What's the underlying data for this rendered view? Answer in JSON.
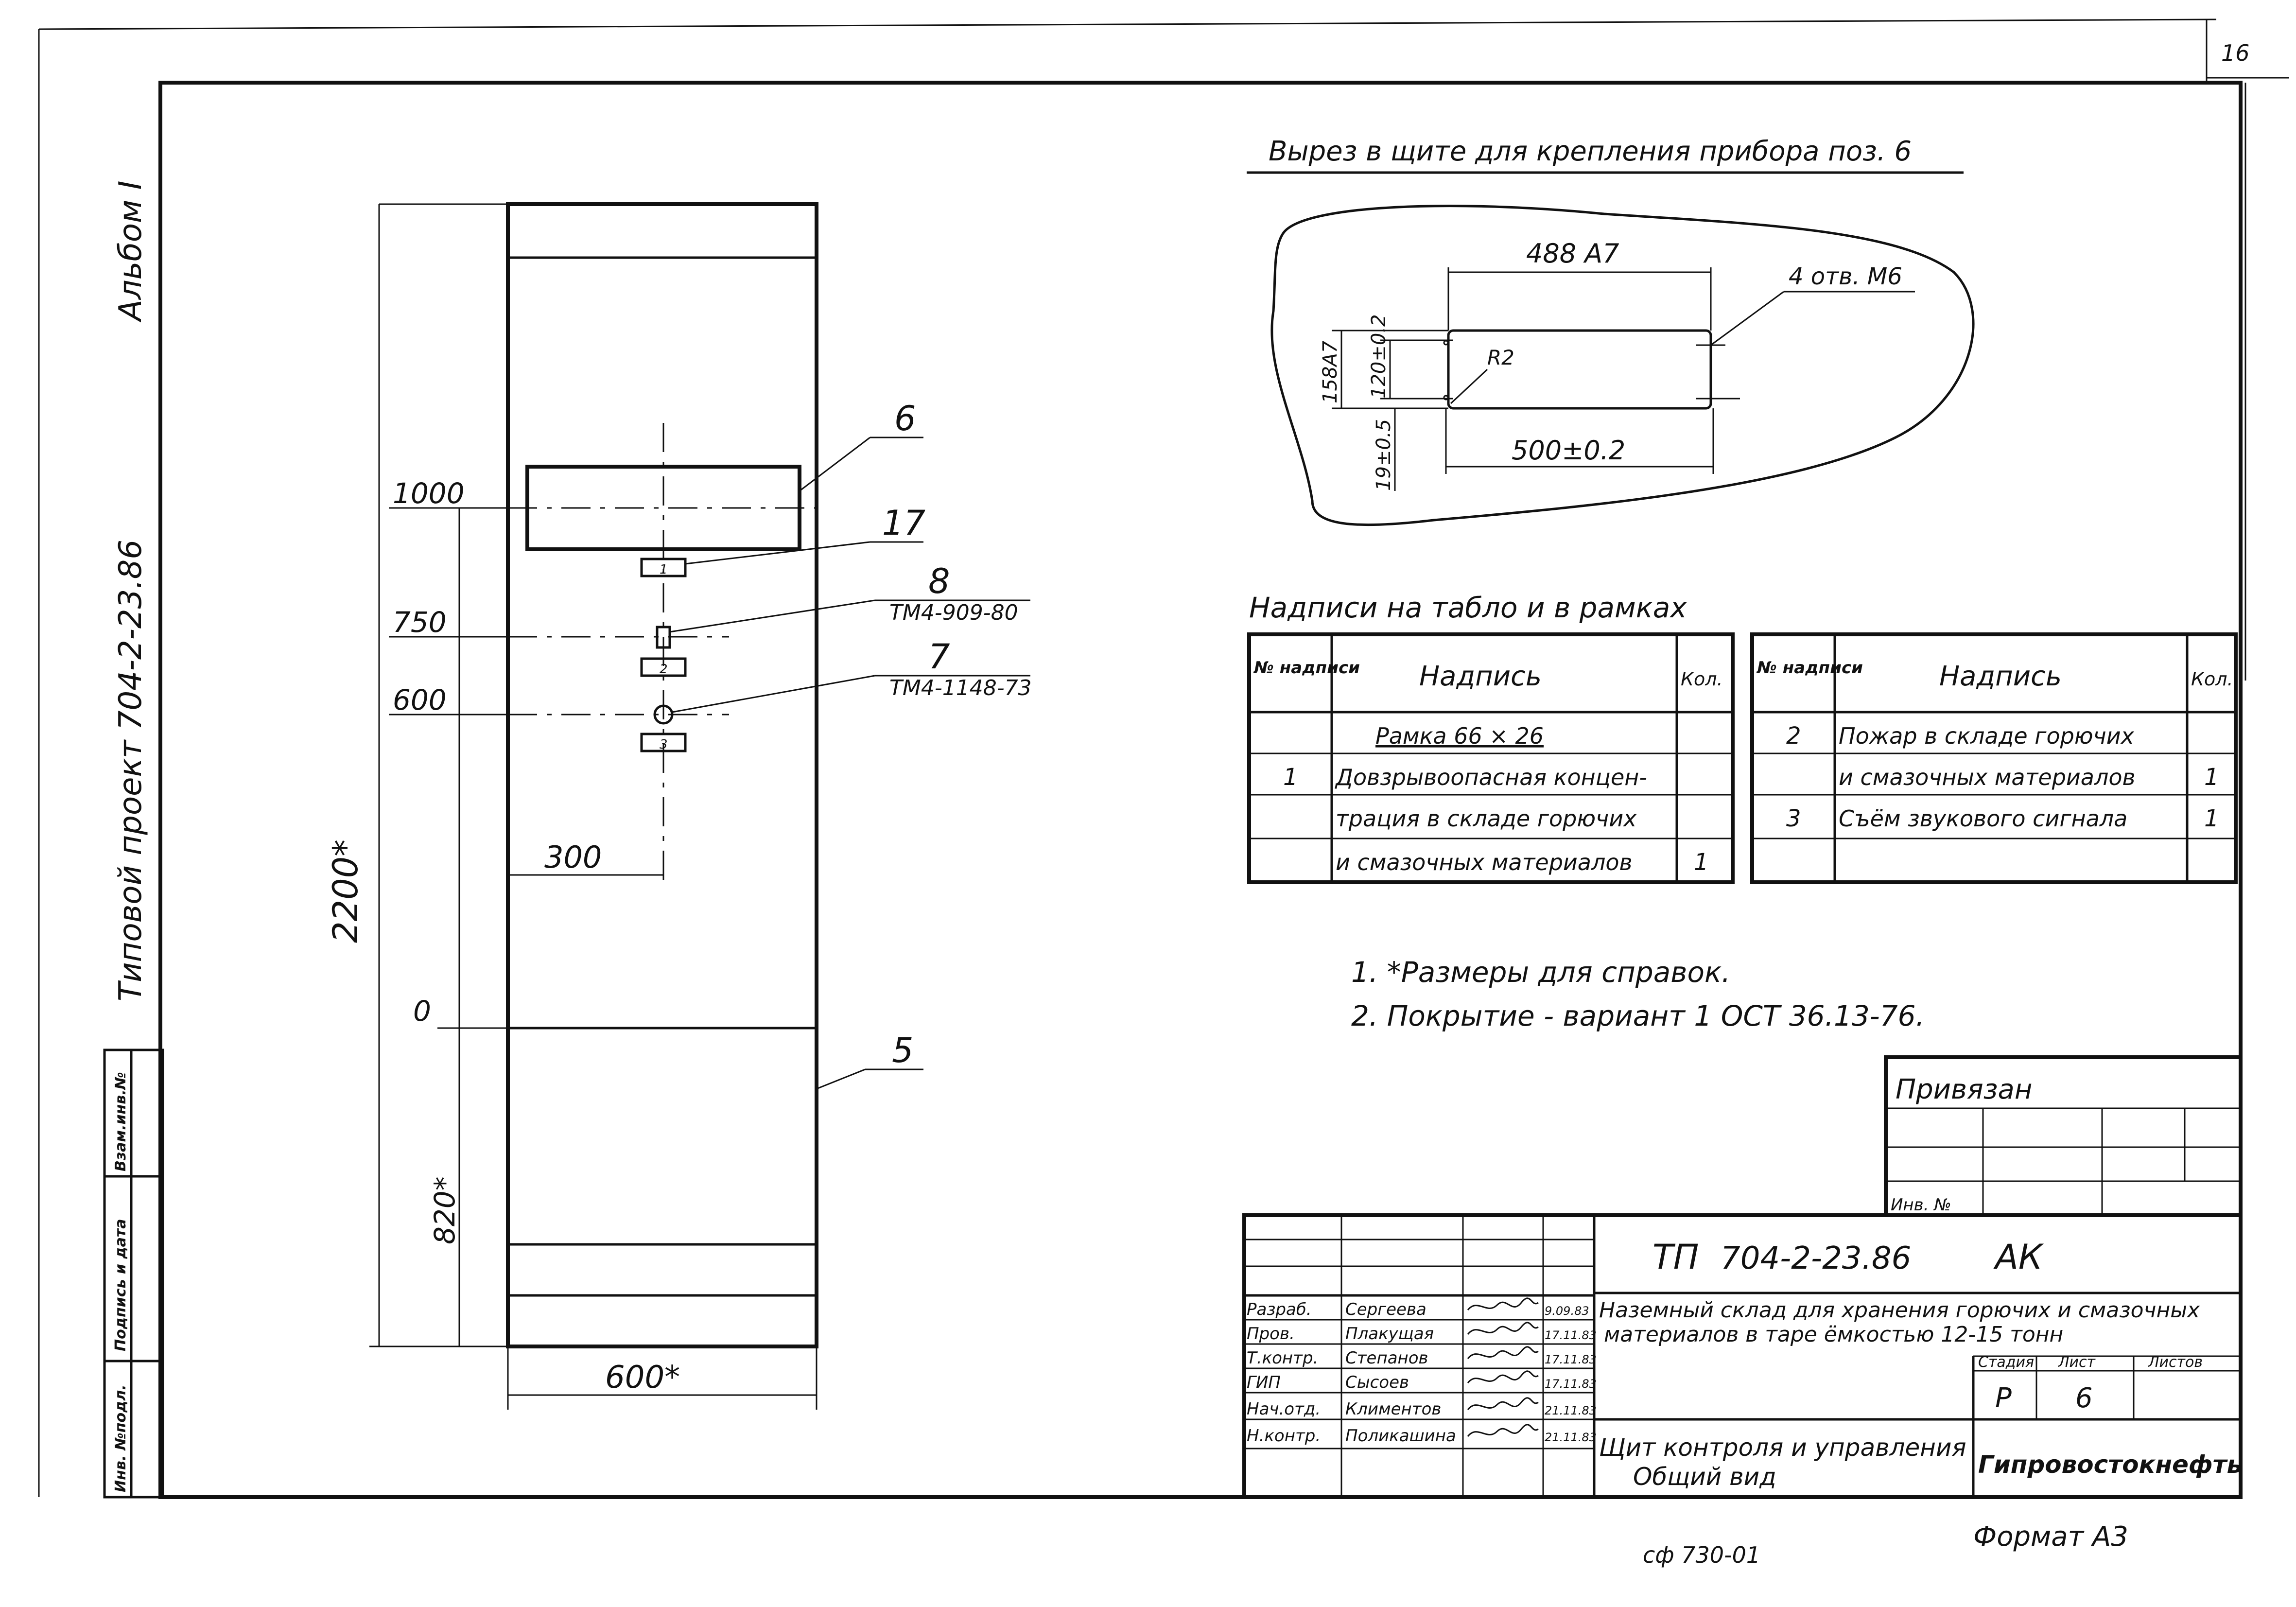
{
  "sheet_number": "16",
  "side_labels": {
    "album": "Альбом I",
    "project": "Типовой проект 704-2-23.86"
  },
  "side_stamp": {
    "col1": "Инв. №подл.",
    "col2": "Подпись и дата",
    "col3": "Взам.инв.№"
  },
  "panel": {
    "height_total": "2200*",
    "width_total": "600*",
    "lower_height": "820*",
    "offset_300": "300",
    "level_1000": "1000",
    "level_750": "750",
    "level_600": "600",
    "level_0": "0",
    "callout_6": "6",
    "callout_17": "17",
    "callout_8": "8",
    "callout_8_code": "ТМ4-909-80",
    "callout_7": "7",
    "callout_7_code": "ТМ4-1148-73",
    "callout_5": "5",
    "frame_label_1": "1",
    "frame_label_2": "2",
    "frame_label_3": "3"
  },
  "cutout": {
    "title": "Вырез в щите для крепления прибора поз. 6",
    "dim_488": "488 A7",
    "dim_holes": "4 отв. М6",
    "dim_158": "158A7",
    "dim_120": "120±0.2",
    "dim_r2": "R2",
    "dim_19": "19±0.5",
    "dim_500": "500±0.2"
  },
  "inscriptions": {
    "title": "Надписи на табло и в рамках",
    "headers": {
      "num": "№ надписи",
      "text": "Надпись",
      "qty": "Кол."
    },
    "left_rows": [
      {
        "num": "",
        "text": "Рамка 66 × 26",
        "qty": ""
      },
      {
        "num": "1",
        "text": "Довзрывоопасная концен-",
        "qty": ""
      },
      {
        "num": "",
        "text": "трация в складе горючих",
        "qty": ""
      },
      {
        "num": "",
        "text": "и смазочных материалов",
        "qty": "1"
      }
    ],
    "right_rows": [
      {
        "num": "2",
        "text": "Пожар в складе горючих",
        "qty": ""
      },
      {
        "num": "",
        "text": "и смазочных материалов",
        "qty": "1"
      },
      {
        "num": "3",
        "text": "Съём звукового сигнала",
        "qty": "1"
      },
      {
        "num": "",
        "text": "",
        "qty": ""
      }
    ]
  },
  "notes": [
    "1. *Размеры для справок.",
    "2. Покрытие - вариант 1 ОСТ 36.13-76."
  ],
  "title_block": {
    "bound": "Привязан",
    "inv_no": "Инв. №",
    "doc_code_prefix": "ТП",
    "doc_code": "704-2-23.86",
    "doc_mark": "АК",
    "project_name_1": "Наземный склад для хранения горючих и смазочных",
    "project_name_2": "материалов в таре ёмкостью 12-15 тонн",
    "stage_label": "Стадия",
    "sheet_label": "Лист",
    "sheets_label": "Листов",
    "stage": "Р",
    "sheet": "6",
    "sheet_title_1": "Щит контроля и управления",
    "sheet_title_2": "Общий вид",
    "org": "Гипровостокнефть",
    "signers": [
      {
        "role": "Разраб.",
        "name": "Сергеева",
        "date": "9.09.83"
      },
      {
        "role": "Пров.",
        "name": "Плакущая",
        "date": "17.11.83"
      },
      {
        "role": "Т.контр.",
        "name": "Степанов",
        "date": "17.11.83"
      },
      {
        "role": "ГИП",
        "name": "Сысоев",
        "date": "17.11.83"
      },
      {
        "role": "Нач.отд.",
        "name": "Климентов",
        "date": "21.11.83"
      },
      {
        "role": "Н.контр.",
        "name": "Поликашина",
        "date": "21.11.83"
      }
    ]
  },
  "format_label": "Формат А3",
  "bottom_code": "сф 730-01"
}
